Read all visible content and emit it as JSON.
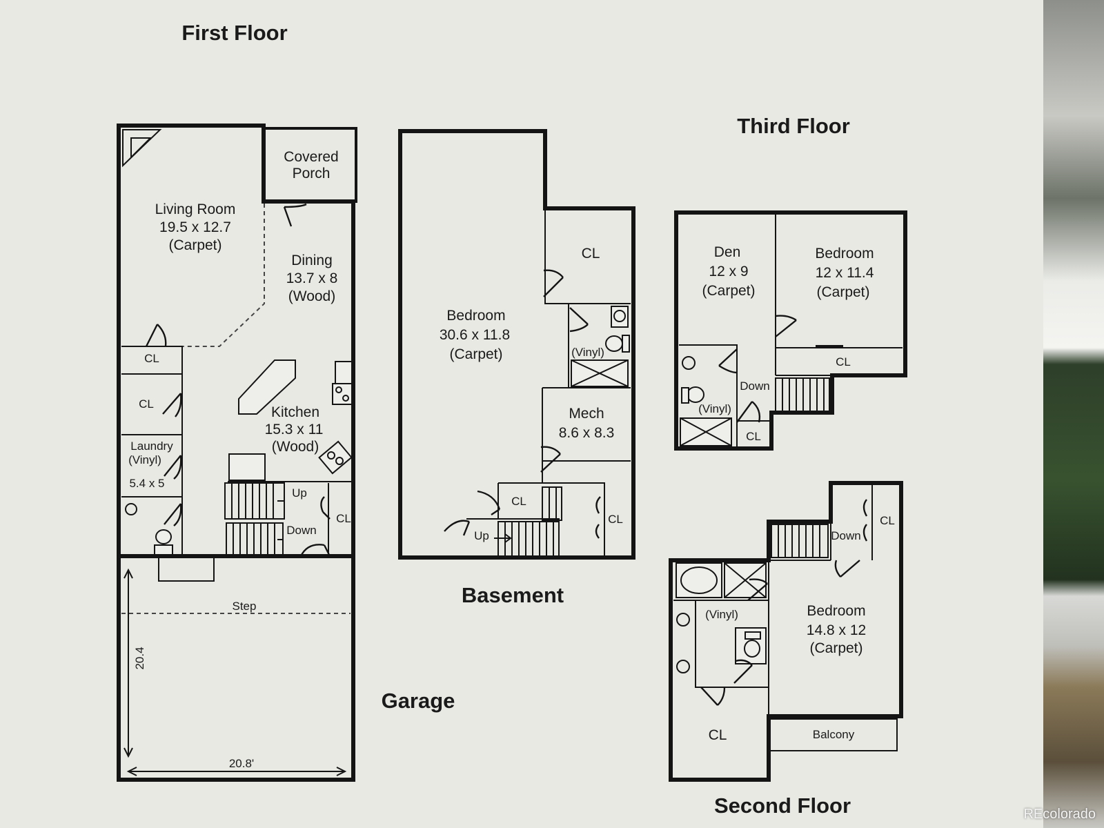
{
  "titles": {
    "first_floor": "First Floor",
    "third_floor": "Third Floor",
    "basement": "Basement",
    "garage": "Garage",
    "second_floor": "Second Floor"
  },
  "first_floor": {
    "covered_porch": [
      "Covered",
      "Porch"
    ],
    "living_room": [
      "Living Room",
      "19.5 x 12.7",
      "(Carpet)"
    ],
    "dining": [
      "Dining",
      "13.7 x 8",
      "(Wood)"
    ],
    "kitchen": [
      "Kitchen",
      "15.3 x 11",
      "(Wood)"
    ],
    "laundry": [
      "Laundry",
      "(Vinyl)",
      "5.4 x 5"
    ],
    "closet": "CL",
    "stairs_up": "Up",
    "stairs_down": "Down"
  },
  "garage": {
    "step": "Step",
    "depth": "20.4",
    "width": "20.8'"
  },
  "basement": {
    "bedroom": [
      "Bedroom",
      "30.6 x 11.8",
      "(Carpet)"
    ],
    "bath": "(Vinyl)",
    "mech": [
      "Mech",
      "8.6 x 8.3"
    ],
    "closet": "CL",
    "stairs_up": "Up"
  },
  "third_floor": {
    "den": [
      "Den",
      "12 x 9",
      "(Carpet)"
    ],
    "bedroom": [
      "Bedroom",
      "12 x 11.4",
      "(Carpet)"
    ],
    "bath": "(Vinyl)",
    "stairs_down": "Down",
    "closet": "CL"
  },
  "second_floor": {
    "bedroom": [
      "Bedroom",
      "14.8 x 12",
      "(Carpet)"
    ],
    "bath": "(Vinyl)",
    "balcony": "Balcony",
    "stairs_down": "Down",
    "closet": "CL"
  },
  "watermark": "REcolorado"
}
